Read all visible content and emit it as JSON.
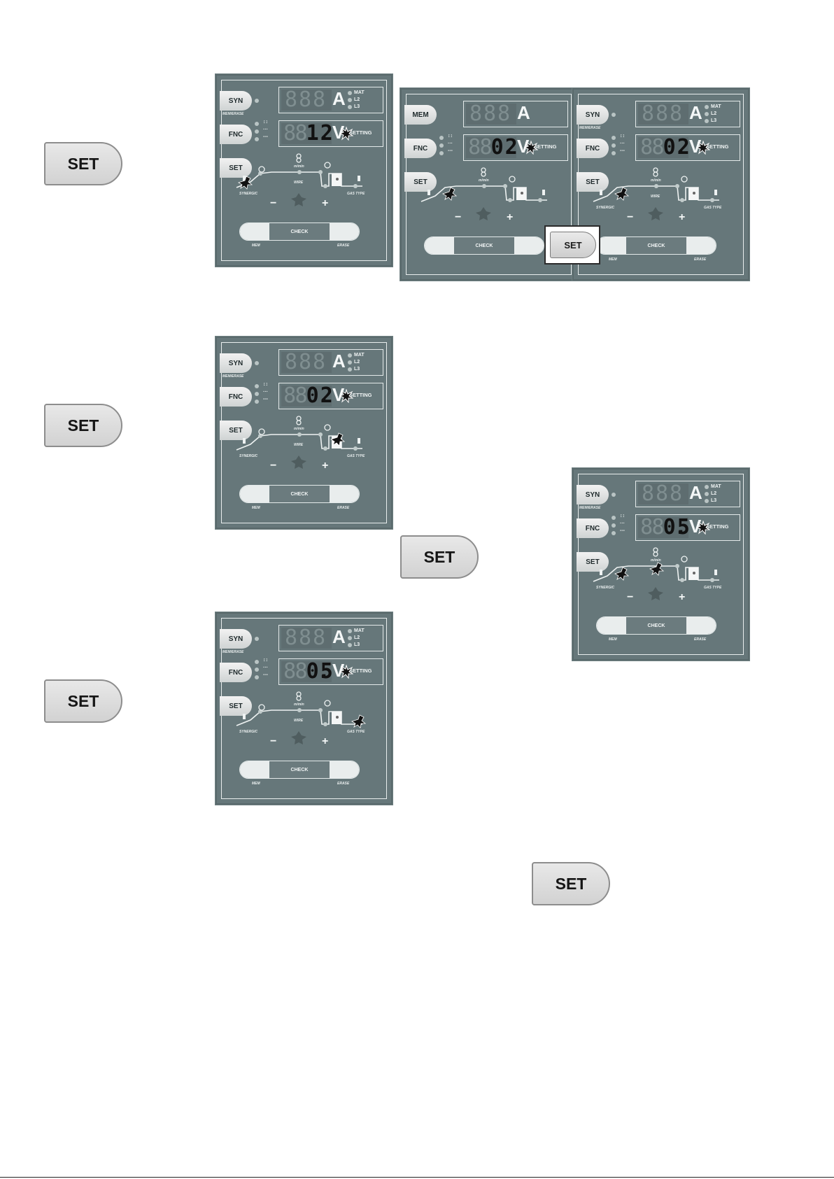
{
  "set_label": "SET",
  "panel": {
    "syn": "SYN",
    "mem_erase": "MEM/ERASE",
    "mem": "MEM",
    "fnc": "FNC",
    "set": "SET",
    "unit_a": "A",
    "unit_v": "V",
    "mat": "MAT",
    "l2": "L2",
    "l3": "L3",
    "setting": "SETTING",
    "wire": "WIRE",
    "synergic": "SYNERGIC",
    "gas_type": "GAS TYPE",
    "mmin": "m/min",
    "check": "CHECK",
    "mem_small": "MEM",
    "erase_small": "ERASE",
    "minus": "−",
    "plus": "+"
  },
  "readouts": {
    "p1": [
      "8",
      "8",
      "1.",
      "2"
    ],
    "p2": [
      "8",
      "8",
      "0.",
      "2"
    ],
    "p3": [
      "8",
      "8",
      "0.",
      "2"
    ],
    "p4": [
      "8",
      "8",
      "0.",
      "2"
    ],
    "p5": [
      "8",
      "8",
      "0.",
      "5"
    ],
    "p6": [
      "8",
      "8",
      "0.",
      "5"
    ]
  },
  "a_display": [
    "8",
    "8",
    "8"
  ],
  "icons": [
    "gas-bottle-icon",
    "clock-icon",
    "wire-feed-icon",
    "burst-icon",
    "knob-icon"
  ]
}
